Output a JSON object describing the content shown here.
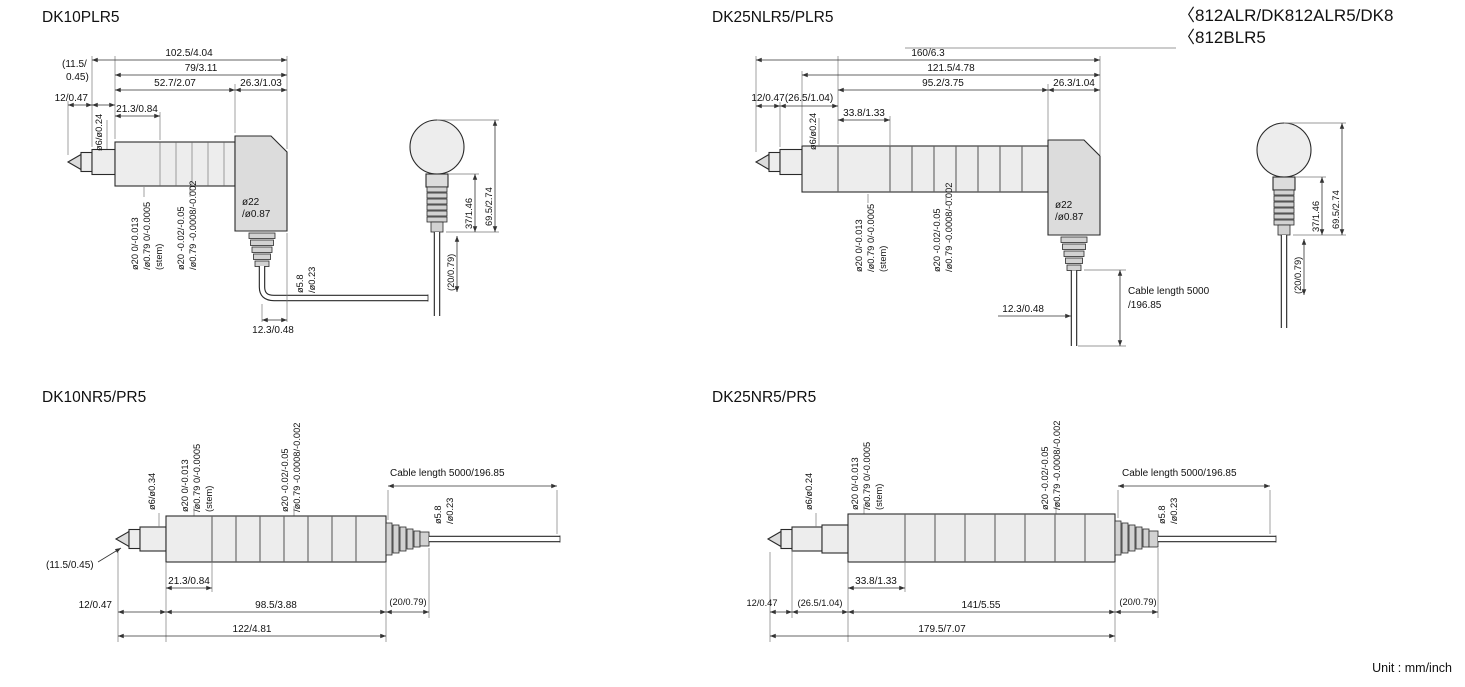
{
  "page": {
    "unit": "Unit : mm/inch",
    "header_l1": "〈812ALR/DK812ALR5/DK8",
    "header_l2": "〈812BLR5"
  },
  "tol": {
    "stem_l1": "ø20 0/-0.013",
    "stem_l2": "/ø0.79 0/-0.0005",
    "stem_label": "(stem)",
    "body_l1": "ø20 -0.02/-0.05",
    "body_l2": "/ø0.79 -0.0008/-0.002"
  },
  "dk10plr5": {
    "title": "DK10PLR5",
    "dim_overall": "102.5/4.04",
    "dim_tip_ref_l1": "(11.5/",
    "dim_tip_ref_l2": "0.45)",
    "dim_body": "79/3.11",
    "dim_stem": "52.7/2.07",
    "dim_block": "26.3/1.03",
    "dim_nose": "12/0.47",
    "dim_first": "21.3/0.84",
    "dia_tip": "ø6/ø0.24",
    "dia_block_l1": "ø22",
    "dia_block_l2": "/ø0.87",
    "dia_cable_l1": "ø5.8",
    "dia_cable_l2": "/ø0.23",
    "dim_cable_offset": "12.3/0.48",
    "dim_conn_neck": "37/1.46",
    "dim_conn_total": "69.5/2.74",
    "dim_conn_relief": "(20/0.79)"
  },
  "dk25nlr5_plr5": {
    "title": "DK25NLR5/PLR5",
    "dim_overall": "160/6.3",
    "dim_body": "121.5/4.78",
    "dim_stem": "95.2/3.75",
    "dim_nose": "12/0.47",
    "dim_collar": "(26.5/1.04)",
    "dim_first": "33.8/1.33",
    "dim_block": "26.3/1.04",
    "dia_tip": "ø6/ø0.24",
    "dia_block_l1": "ø22",
    "dia_block_l2": "/ø0.87",
    "dim_cable_offset": "12.3/0.48",
    "cable_len_l1": "Cable length 5000",
    "cable_len_l2": "/196.85",
    "dim_conn_neck": "37/1.46",
    "dim_conn_total": "69.5/2.74",
    "dim_conn_relief": "(20/0.79)"
  },
  "dk10nr5_pr5": {
    "title": "DK10NR5/PR5",
    "dia_tip": "ø6/ø0.34",
    "cable_len": "Cable length 5000/196.85",
    "dia_cable_l1": "ø5.8",
    "dia_cable_l2": "/ø0.23",
    "dim_tip_ref": "(11.5/0.45)",
    "dim_nose": "12/0.47",
    "dim_first": "21.3/0.84",
    "dim_body": "98.5/3.88",
    "dim_overall": "122/4.81",
    "dim_relief": "(20/0.79)"
  },
  "dk25nr5_pr5": {
    "title": "DK25NR5/PR5",
    "dia_tip": "ø6/ø0.24",
    "cable_len": "Cable length 5000/196.85",
    "dia_cable_l1": "ø5.8",
    "dia_cable_l2": "/ø0.23",
    "dim_nose": "12/0.47",
    "dim_collar": "(26.5/1.04)",
    "dim_first": "33.8/1.33",
    "dim_body": "141/5.55",
    "dim_overall": "179.5/7.07",
    "dim_relief": "(20/0.79)"
  }
}
